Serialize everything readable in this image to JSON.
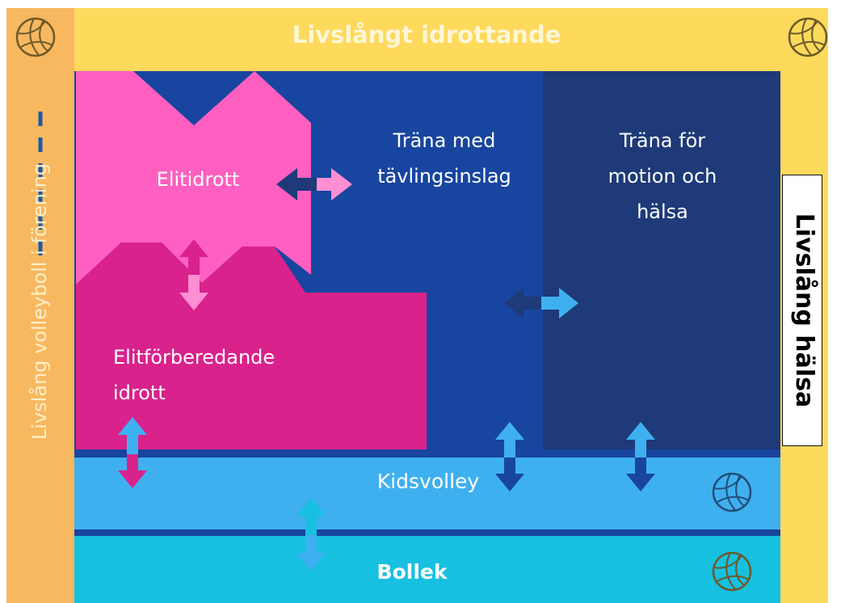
{
  "diagram": {
    "top_title": "Livslångt idrottande",
    "left_title": "Livslång volleyboll i förening",
    "right_title": "Livslång hälsa",
    "boxes": {
      "elitidrott": "Elitidrott",
      "elitforberedande": [
        "Elitförberedande",
        "idrott"
      ],
      "trana_tavling": [
        "Träna med",
        "tävlingsinslag"
      ],
      "trana_motion": [
        "Träna för",
        "motion och",
        "hälsa"
      ],
      "kidsvolley": "Kidsvolley",
      "bollek": "Bollek"
    },
    "colors": {
      "frame_yellow": "#fdd95c",
      "frame_orange": "#f8b860",
      "dark_blue": "#18459f",
      "navy": "#1e3a78",
      "pink_light": "#ff5fc0",
      "pink_dark": "#d9228c",
      "light_blue": "#3fb0ef",
      "cyan": "#17c0e0"
    },
    "icons": [
      "volleyball-icon",
      "bidirectional-arrow-icon"
    ]
  }
}
